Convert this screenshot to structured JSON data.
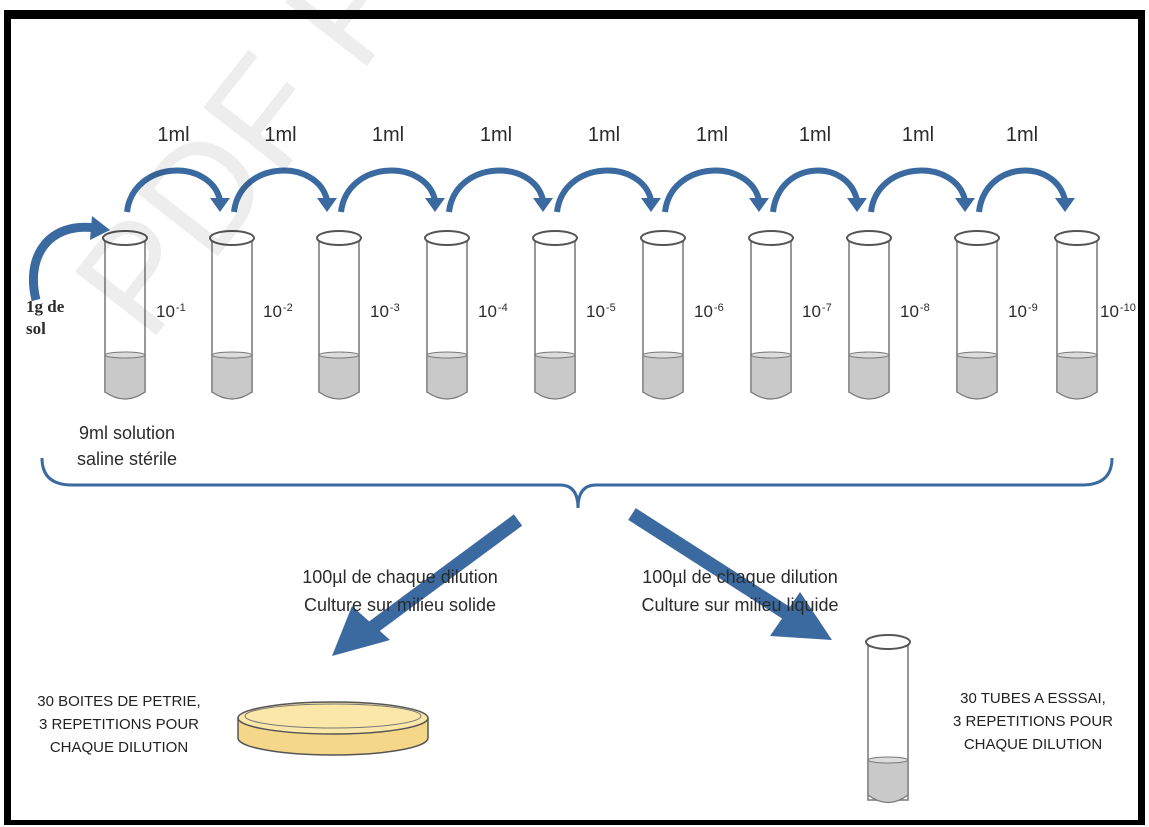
{
  "transfer_label": "1ml",
  "soil_label": "1g de\nsol",
  "dilutions": [
    {
      "base": "10",
      "exp": "-1"
    },
    {
      "base": "10",
      "exp": "-2"
    },
    {
      "base": "10",
      "exp": "-3"
    },
    {
      "base": "10",
      "exp": "-4"
    },
    {
      "base": "10",
      "exp": "-5"
    },
    {
      "base": "10",
      "exp": "-6"
    },
    {
      "base": "10",
      "exp": "-7"
    },
    {
      "base": "10",
      "exp": "-8"
    },
    {
      "base": "10",
      "exp": "-9"
    },
    {
      "base": "10",
      "exp": "-10"
    }
  ],
  "solution_label_line1": "9ml solution",
  "solution_label_line2": "saline stérile",
  "solid_branch": {
    "line1": "100µl de chaque dilution",
    "line2": "Culture sur milieu solide",
    "result_line1": "30 BOITES DE PETRIE,",
    "result_line2": "3  REPETITIONS POUR",
    "result_line3": "CHAQUE DILUTION"
  },
  "liquid_branch": {
    "line1": "100µl de chaque dilution",
    "line2": "Culture sur milieu liquide",
    "result_line1": "30 TUBES A ESSSAI,",
    "result_line2": "3 REPETITIONS POUR",
    "result_line3": "CHAQUE DILUTION"
  },
  "watermark": "PDF Pro Evalua",
  "colors": {
    "arrow": "#3b6aa0",
    "liquid": "#c9c9c9",
    "agar": "#f5d78a",
    "frame": "#000000"
  }
}
